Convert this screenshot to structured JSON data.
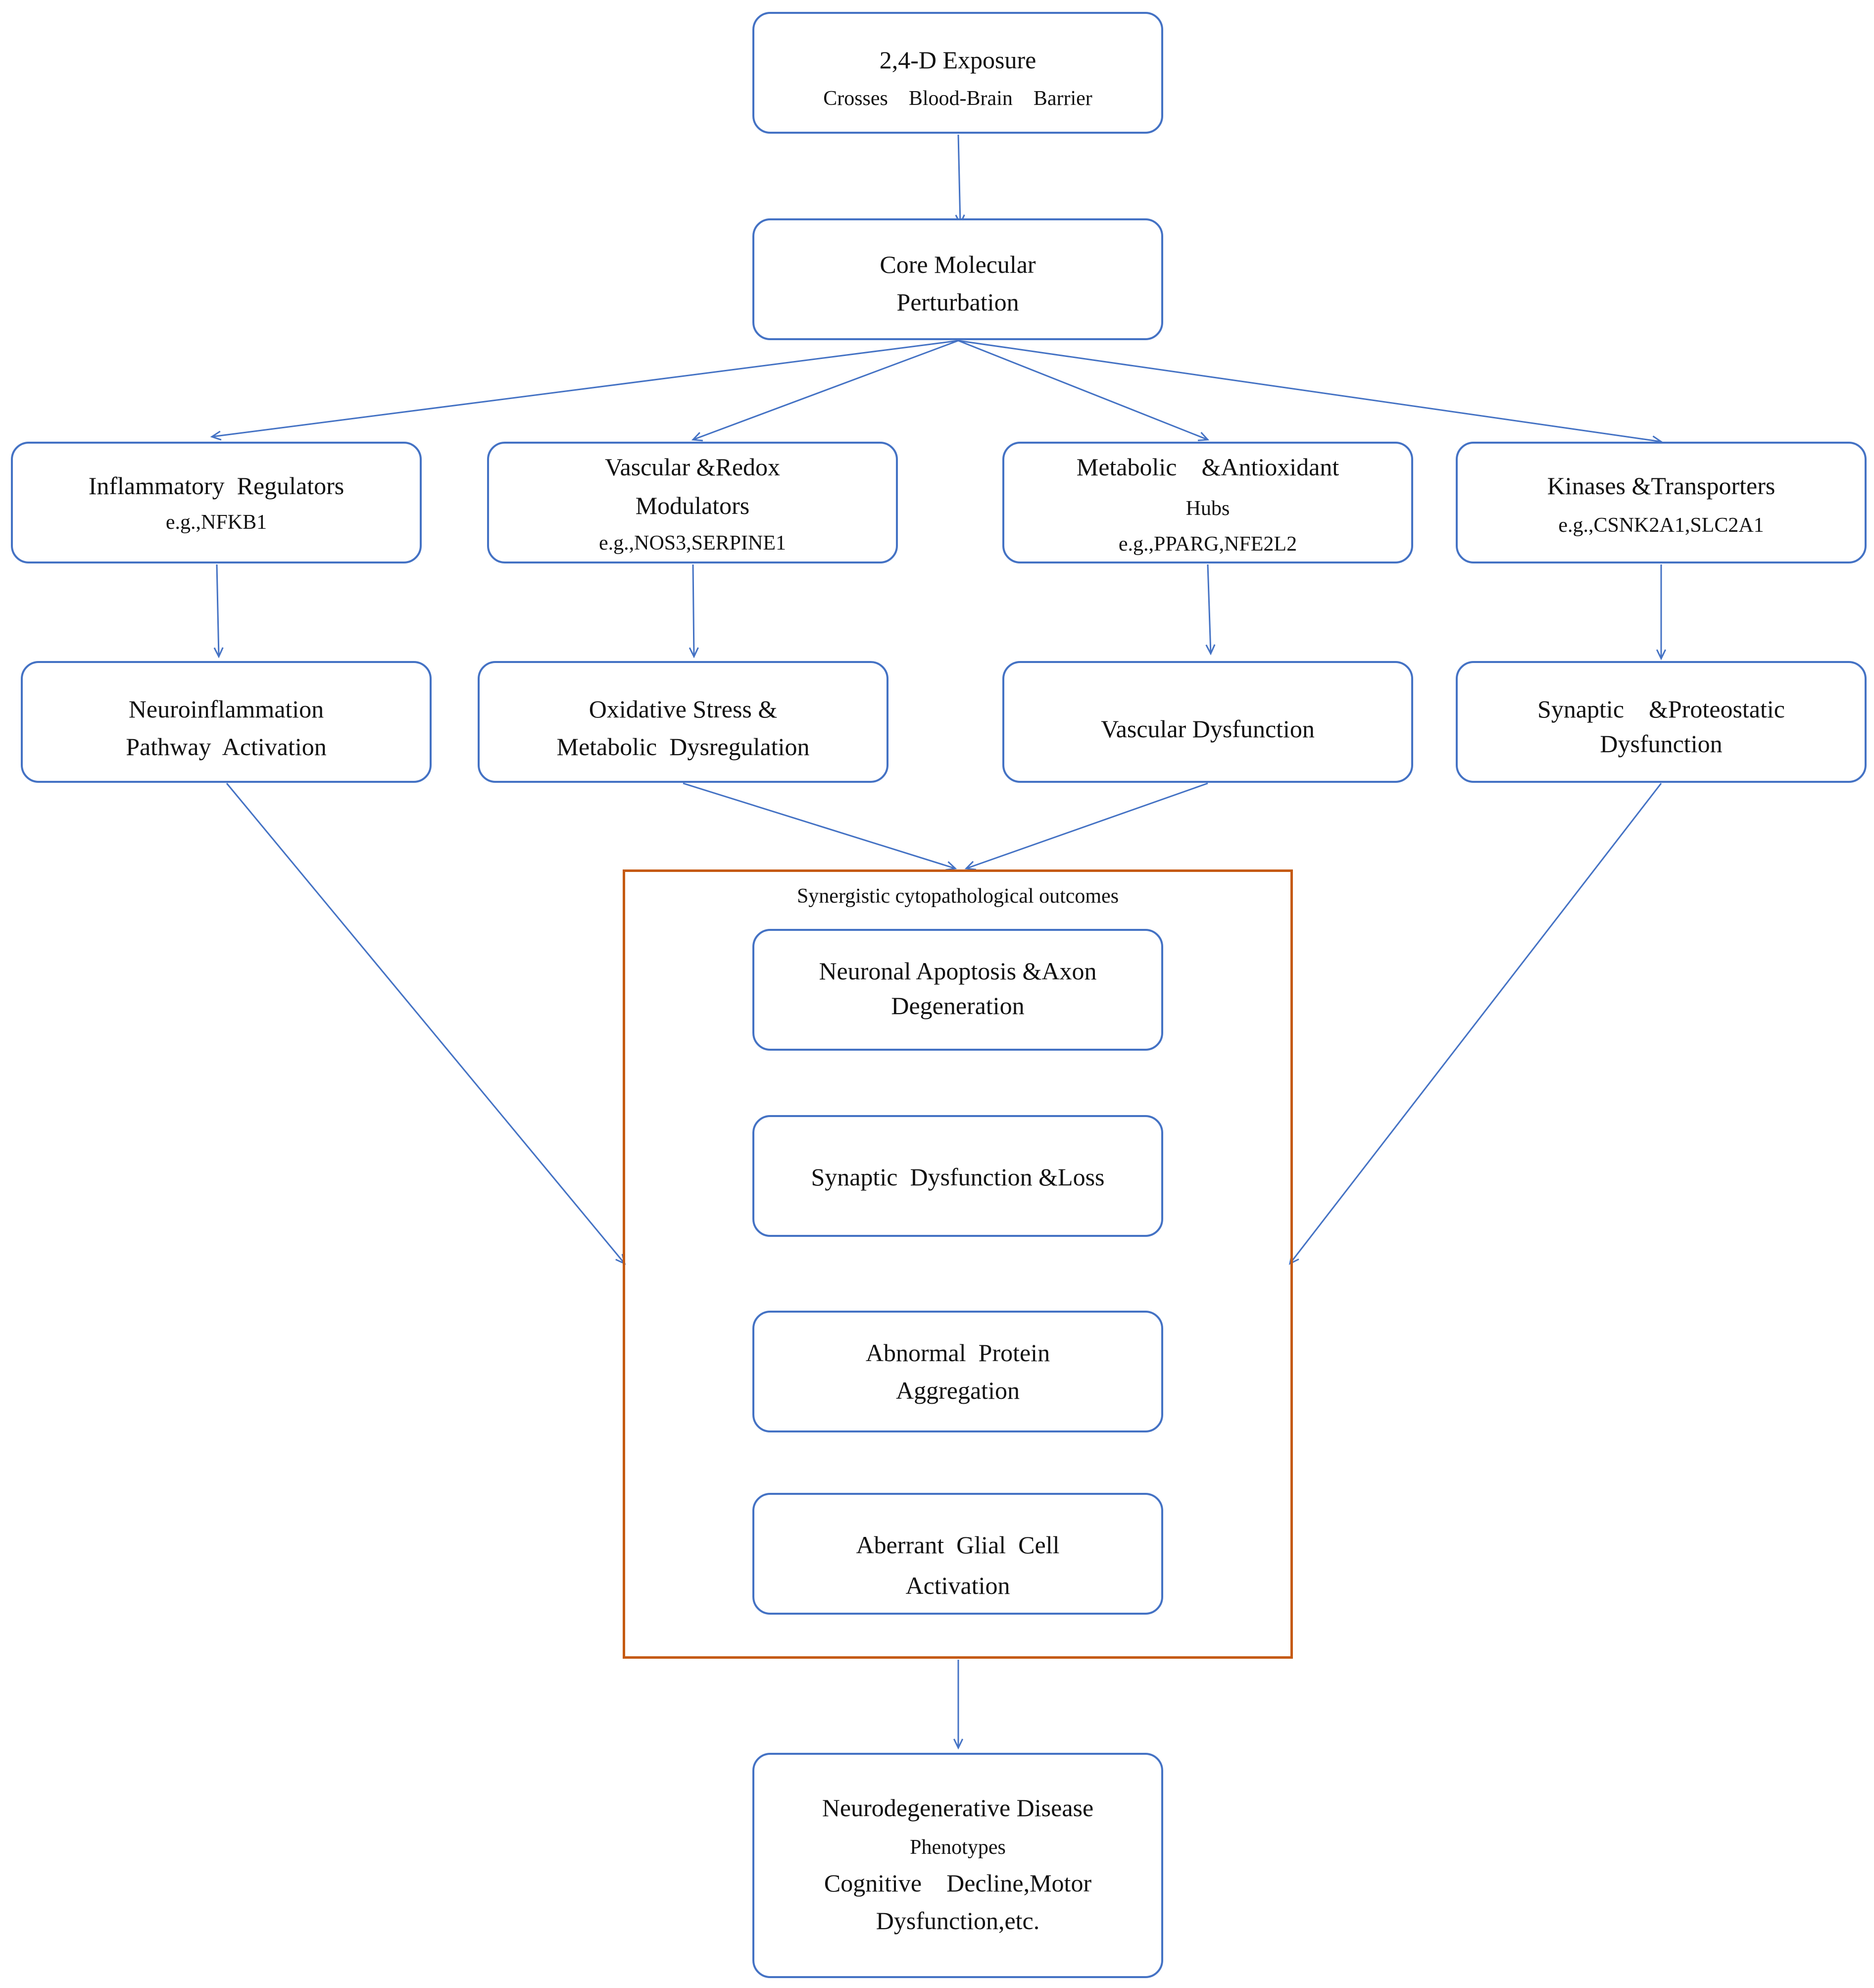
{
  "colors": {
    "box_border": "#4472c4",
    "arrow": "#4472c4",
    "group_border": "#c55a11",
    "text": "#111111",
    "background": "#ffffff"
  },
  "nodes": {
    "exposure": {
      "line1": "2,4-D Exposure",
      "line2": "Crosses    Blood-Brain    Barrier"
    },
    "core": {
      "line1": "Core Molecular",
      "line2": "Perturbation"
    },
    "inflammatory": {
      "line1": "Inflammatory  Regulators",
      "line2": "e.g.,NFKB1"
    },
    "vascular_redox": {
      "line1": "Vascular &Redox",
      "line2": "Modulators",
      "line3": "e.g.,NOS3,SERPINE1"
    },
    "metabolic": {
      "line1": "Metabolic    &Antioxidant",
      "line2": "Hubs",
      "line3": "e.g.,PPARG,NFE2L2"
    },
    "kinases": {
      "line1": "Kinases &Transporters",
      "line2": "e.g.,CSNK2A1,SLC2A1"
    },
    "neuroinflammation": {
      "line1": "Neuroinflammation",
      "line2": "Pathway  Activation"
    },
    "oxidative": {
      "line1": "Oxidative Stress &",
      "line2": "Metabolic  Dysregulation"
    },
    "vascular_dysfunction": {
      "line1": "Vascular Dysfunction"
    },
    "synaptic_proteostatic": {
      "line1": "Synaptic    &Proteostatic",
      "line2": "Dysfunction"
    },
    "apoptosis": {
      "line1": "Neuronal Apoptosis &Axon",
      "line2": "Degeneration"
    },
    "synaptic_loss": {
      "line1": "Synaptic  Dysfunction &Loss"
    },
    "protein": {
      "line1": "Abnormal  Protein",
      "line2": "Aggregation"
    },
    "glial": {
      "line1": "Aberrant  Glial  Cell",
      "line2": "Activation"
    },
    "disease": {
      "line1": "Neurodegenerative Disease",
      "line2": "Phenotypes",
      "line3": "Cognitive    Decline,Motor",
      "line4": "Dysfunction,etc."
    }
  },
  "group": {
    "title": "Synergistic cytopathological outcomes"
  }
}
